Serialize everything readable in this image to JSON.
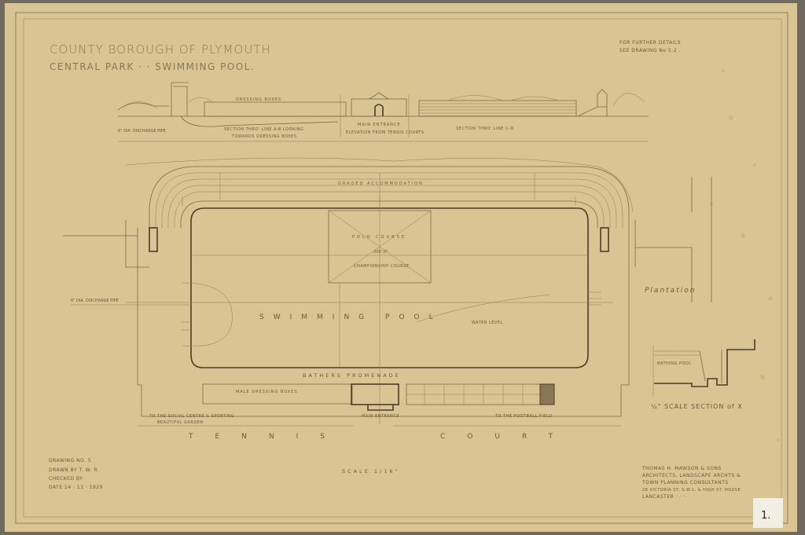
{
  "title": {
    "line1": "COUNTY BOROUGH OF PLYMOUTH",
    "line2": "CENTRAL PARK  ·  ·  SWIMMING POOL."
  },
  "reference_note": {
    "line1": "FOR FURTHER DETAILS",
    "line2": "SEE DRAWING No 5-2 ."
  },
  "elevation": {
    "dressing_boxes": "DRESSING BOXES",
    "section_ab": "SECTION THRO' LINE A-B LOOKING",
    "section_ab_2": "TOWARDS DRESSING BOXES",
    "main_entrance": "MAIN ENTRANCE",
    "main_entrance_sub": "ELEVATION FROM TENNIS COURTS",
    "section_cd": "SECTION THRO' LINE C-D",
    "outfall": "6\" DIA. DISCHARGE PIPE"
  },
  "plan": {
    "graded_accommodation": "GRADED ACCOMMODATION",
    "polo_course": "POLO COURSE",
    "championship_course": "CHAMPIONSHIP COURSE",
    "swimming_pool": "SWIMMING POOL",
    "water_level": "WATER LEVEL",
    "bathers_promenade": "BATHERS PROMENADE",
    "male_dressing_boxes": "MALE DRESSING BOXES",
    "main_entrance": "MAIN ENTRANCE",
    "to_football": "TO THE FOOTBALL FIELD",
    "to_social": "TO THE SOCIAL CENTRE & SPORTING",
    "to_social_2": "BEAUTIFUL GARDEN",
    "tennis": "TENNIS",
    "court": "COURT",
    "plantation": "Plantation",
    "discharge": "6\" DIA. DISCHARGE PIPE",
    "dimension_200": "200'-0\""
  },
  "section_detail": {
    "bathing_pool": "BATHING POOL",
    "caption": "¼\" SCALE SECTION of X"
  },
  "scale": "SCALE 1/16\"",
  "drawing_info": {
    "drawing_no": "DRAWING NO. 5",
    "drawn_by": "DRAWN BY   T. W. R.",
    "checked_by": "CHECKED BY",
    "date": "DATE   24 · 11 · 1929"
  },
  "architect": {
    "line1": "THOMAS H. MAWSON & SONS",
    "line2": "ARCHITECTS, LANDSCAPE ARCHTS &",
    "line3": "TOWN PLANNING CONSULTANTS",
    "line4": "28 VICTORIA ST. S.W.1. & HIGH ST. HOUSE",
    "line5": "LANCASTER ·   ·   ·"
  },
  "sheet_label": "1.",
  "colors": {
    "paper": "#d9c594",
    "ink": "#6a5838",
    "mount": "#6f6a5e"
  }
}
